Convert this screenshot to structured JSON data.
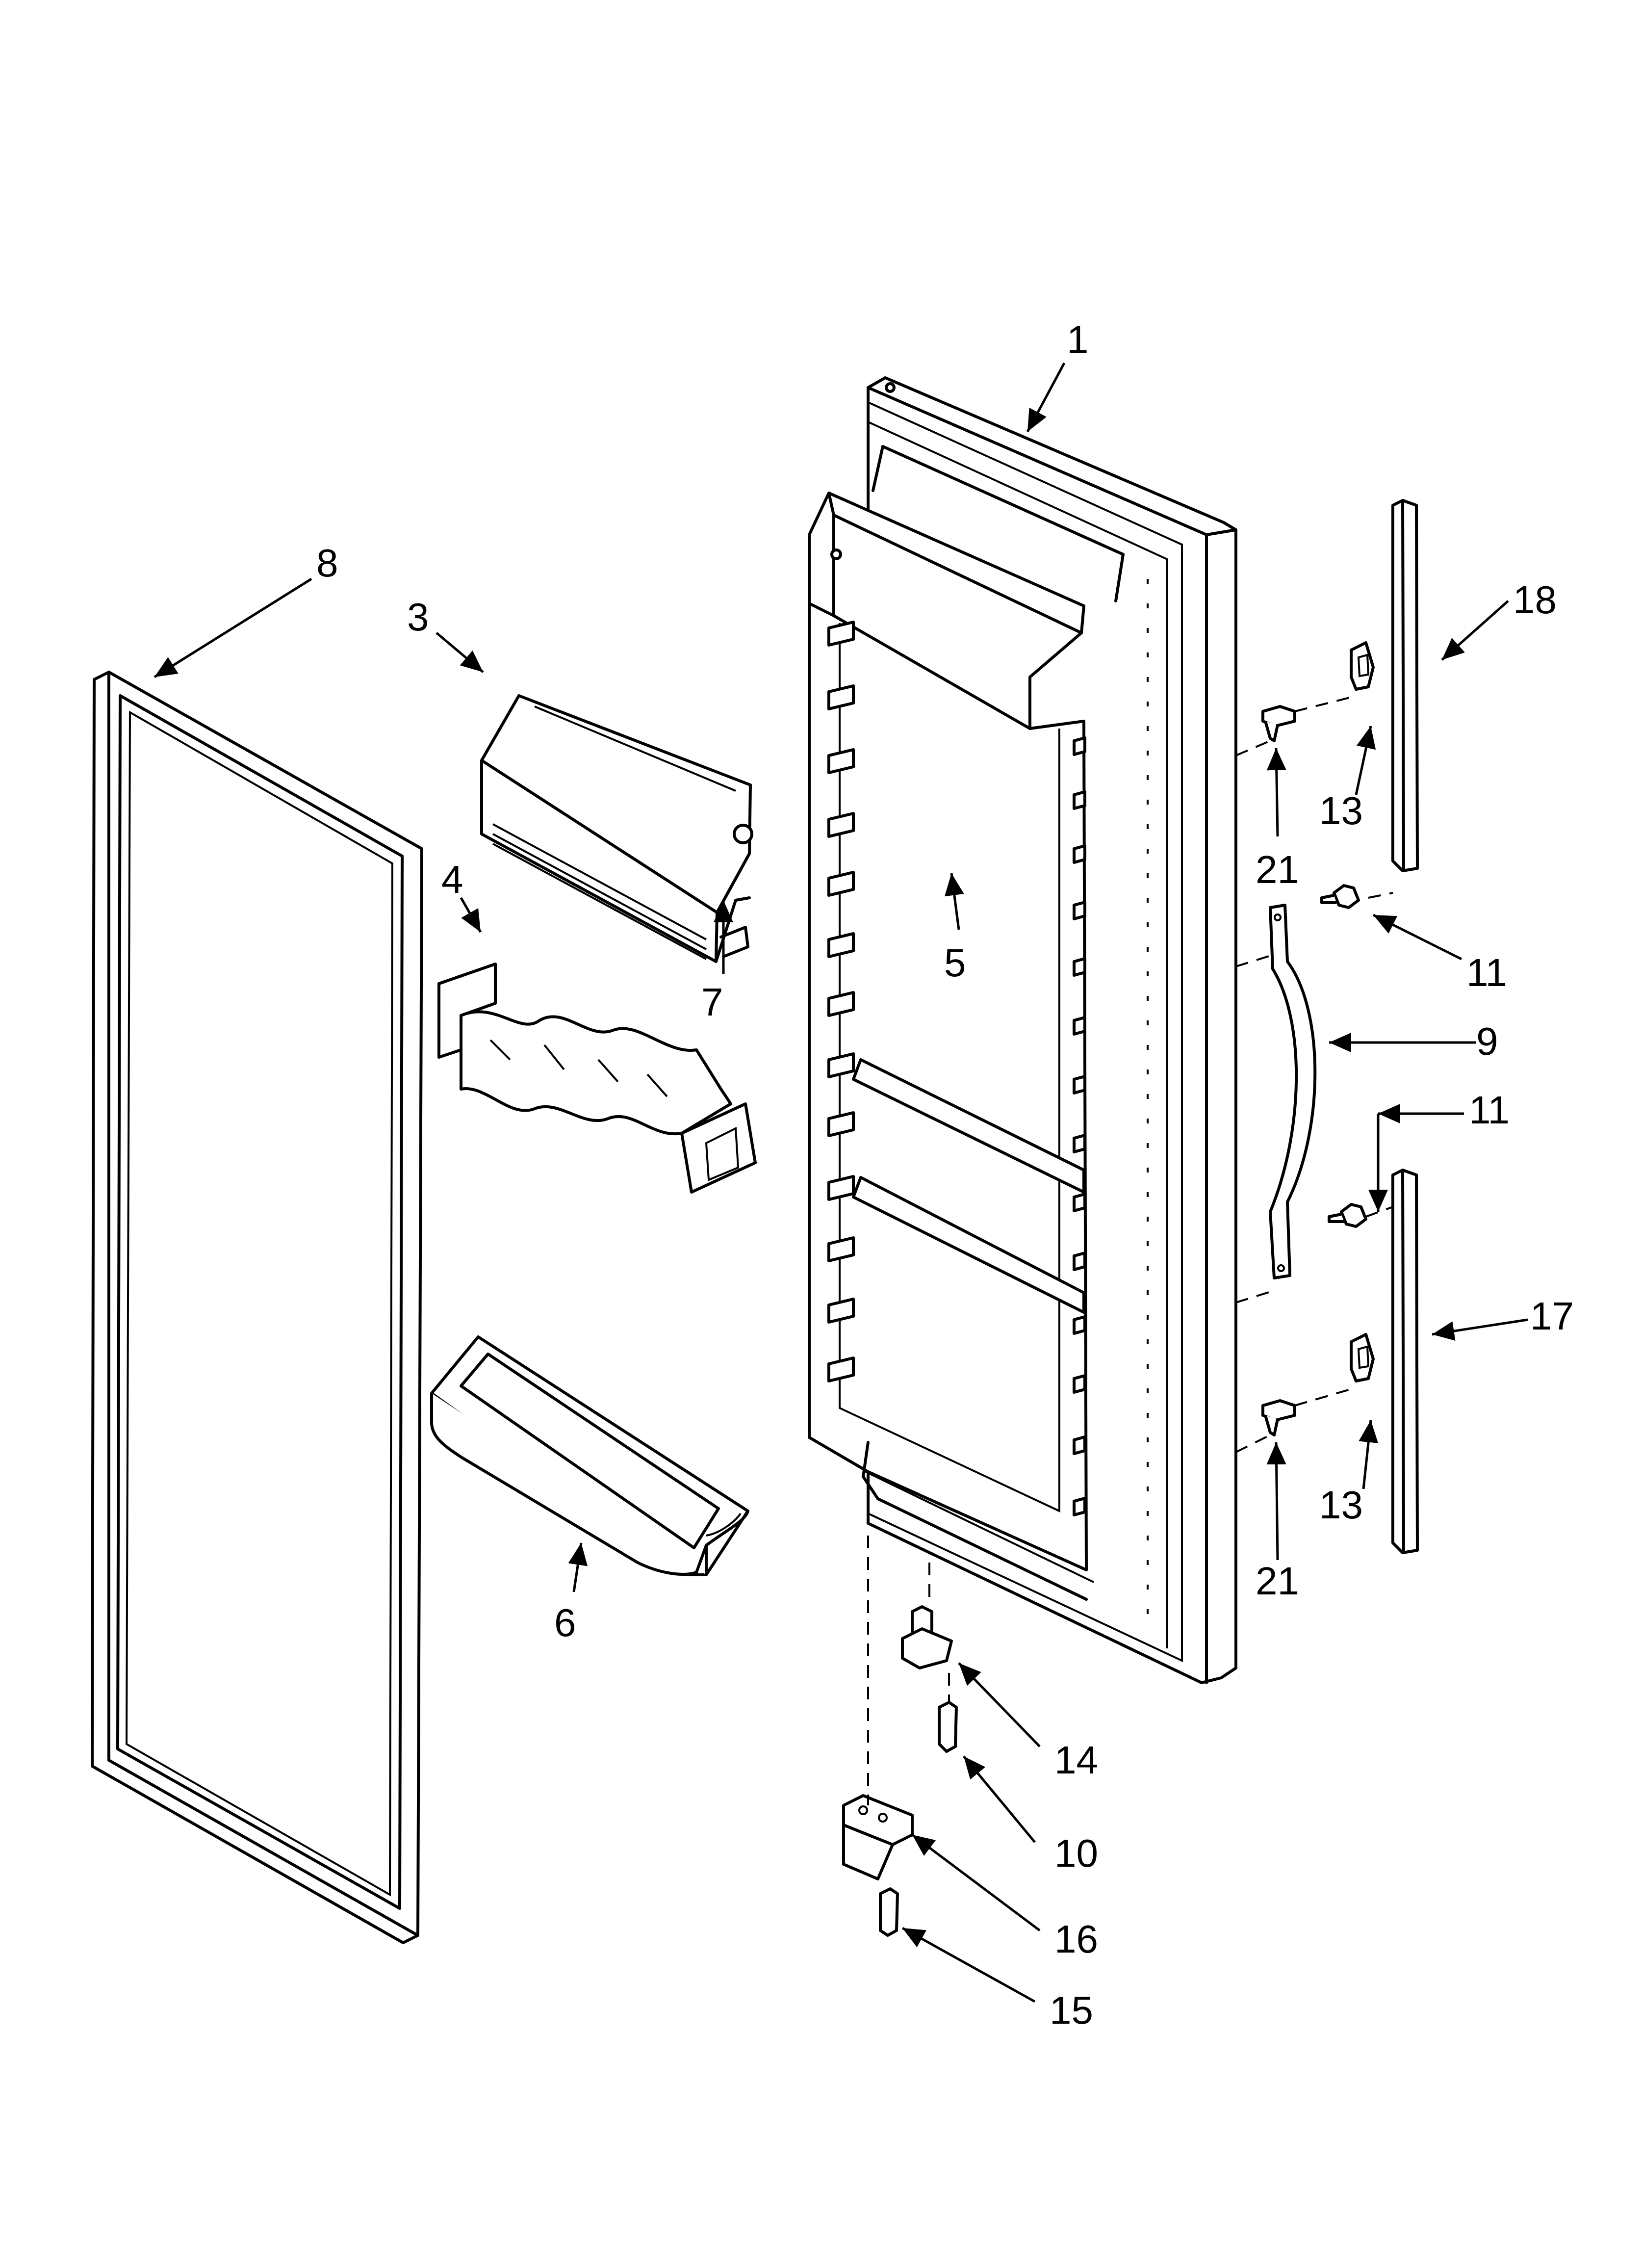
{
  "callouts": {
    "c1": "1",
    "c3": "3",
    "c4": "4",
    "c5": "5",
    "c6": "6",
    "c7": "7",
    "c8": "8",
    "c9": "9",
    "c10": "10",
    "c11a": "11",
    "c11b": "11",
    "c13a": "13",
    "c13b": "13",
    "c14": "14",
    "c15": "15",
    "c16": "16",
    "c17": "17",
    "c18": "18",
    "c21a": "21",
    "c21b": "21"
  }
}
